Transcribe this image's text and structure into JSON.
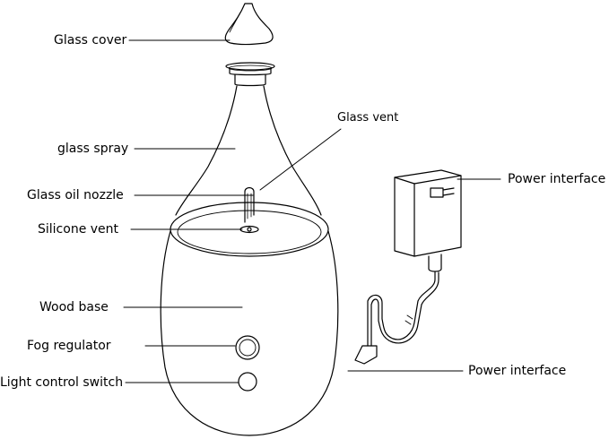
{
  "labels": {
    "glass_cover": "Glass cover",
    "glass_vent": "Glass vent",
    "glass_spray": "glass spray",
    "glass_oil_nozzle": "Glass oil nozzle",
    "silicone_vent": "Silicone vent",
    "wood_base": "Wood base",
    "fog_regulator": "Fog regulator",
    "light_control_switch": "Light control switch",
    "power_interface_adapter": "Power interface",
    "power_interface_base": "Power interface"
  },
  "colors": {
    "line": "#000000",
    "background": "#ffffff"
  }
}
